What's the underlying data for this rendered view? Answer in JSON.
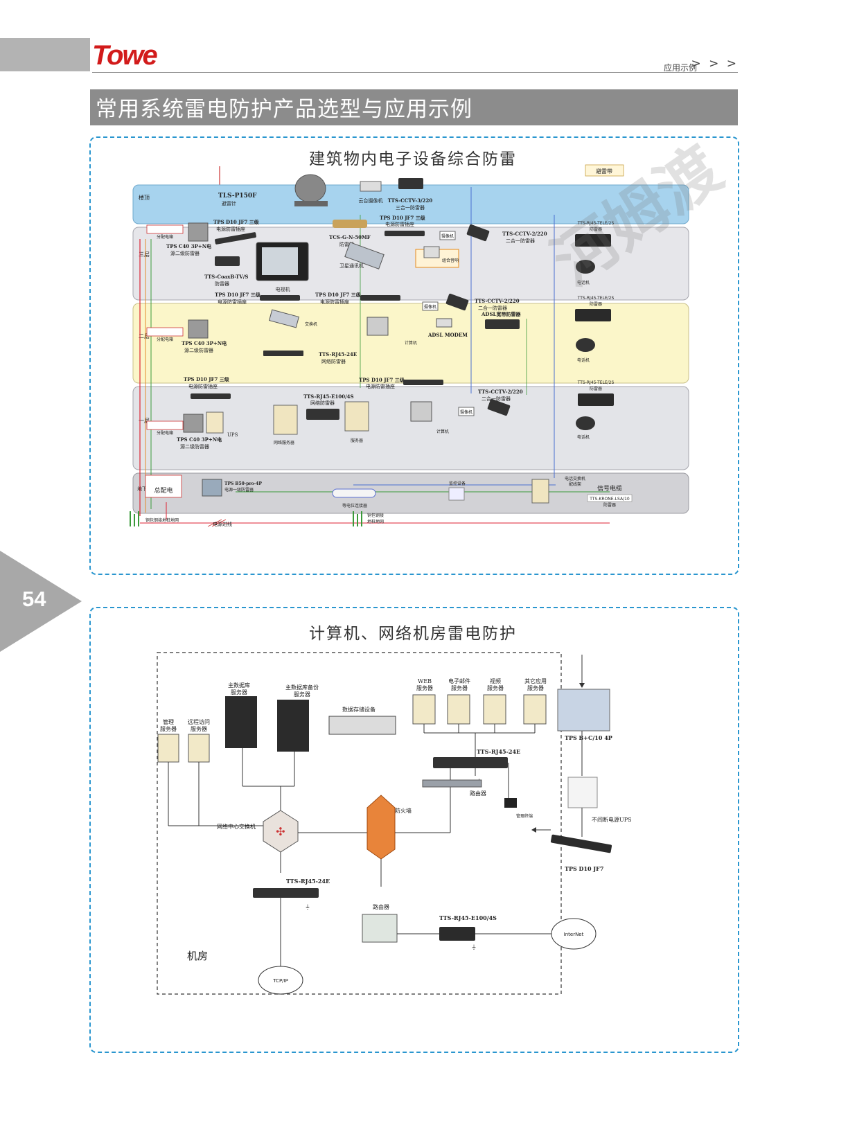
{
  "header": {
    "logo": "Towe",
    "section": "应用示例",
    "arrows": "> > >",
    "page_title": "常用系统雷电防护产品选型与应用示例",
    "page_number": "54"
  },
  "diagram1": {
    "title": "建筑物内电子设备综合防雷",
    "floors": {
      "roof": "楼顶",
      "f3": "三层",
      "f2": "二层",
      "f1": "一层",
      "basement": "地下室"
    },
    "roof": {
      "lightning_rod": "TLS-P150F",
      "lightning_rod_sub": "避雷针",
      "ptz_camera": "云台摄像机",
      "cctv_protector": "TTS-CCTV-3/220",
      "cctv_protector_sub": "三合一防雷器",
      "belt_label": "避雷带"
    },
    "f3": {
      "socket": "TPS D10 JF7 三级",
      "socket_sub": "电源防雷插座",
      "socket2": "TPS D10 JF7 三级",
      "socket2_sub": "电源防雷插座",
      "dist_box": "分配电箱",
      "power_spd": "TPS C40 3P+N电",
      "power_spd_sub": "源二级防雷器",
      "coax_spd": "TTS-CoaxB-TV/S",
      "coax_spd_sub": "防雷器",
      "tv": "电视机",
      "sat_spd": "TCS-G-N-50MF",
      "sat_spd_sub": "防雷器",
      "sat_comm": "卫星通讯机",
      "camera": "摄像机",
      "cctv": "TTS-CCTV-2/220",
      "cctv_sub": "二合一防雷器",
      "audio": "组合音响",
      "tele_spd": "TTS-RJ45-TELE/2S",
      "tele_spd_sub": "防雷器",
      "phone": "电话机"
    },
    "f2": {
      "socket": "TPS D10 JF7 三级",
      "socket_sub": "电源防雷插座",
      "socket2": "TPS D10 JF7 三级",
      "socket2_sub": "电源防雷插座",
      "dist_box": "分配电箱",
      "power_spd": "TPS C40 3P+N电",
      "power_spd_sub": "源二级防雷器",
      "switch": "交换机",
      "net_spd": "TTS-RJ45-24E",
      "net_spd_sub": "网络防雷器",
      "computer": "计算机",
      "adsl": "ADSL MODEM",
      "camera": "摄像机",
      "cctv": "TTS-CCTV-2/220",
      "cctv_sub": "二合一防雷器",
      "adsl_spd": "ADSL宽带防雷器",
      "tele_spd": "TTS-RJ45-TELE/2S",
      "tele_spd_sub": "防雷器",
      "phone": "电话机"
    },
    "f1": {
      "socket": "TPS D10 JF7 三级",
      "socket_sub": "电源防雷插座",
      "socket2": "TPS D10 JF7 三级",
      "socket2_sub": "电源防雷插座",
      "dist_box": "分配电箱",
      "power_spd": "TPS C40 3P+N电",
      "power_spd_sub": "源二级防雷器",
      "ups": "UPS",
      "net_spd": "TTS-RJ45-E100/4S",
      "net_spd_sub": "网络防雷器",
      "net_server": "网络服务器",
      "server": "服务器",
      "computer": "计算机",
      "camera": "摄像机",
      "cctv": "TTS-CCTV-2/220",
      "cctv_sub": "二合一防雷器",
      "tele_spd": "TTS-RJ45-TELE/2S",
      "tele_spd_sub": "防雷器",
      "phone": "电话机"
    },
    "basement": {
      "main_dist": "总配电",
      "power_spd": "TPS B50-pro-4P",
      "power_spd_sub": "电源一级防雷器",
      "equi_bar": "等电位连接器",
      "monitor": "监控设备",
      "pbx": "电话交换机",
      "pbx_sub": "配线架",
      "signal_cable": "信号电缆",
      "krone": "TTS-KRONE-LSA/10",
      "krone_sub": "防雷器"
    },
    "ground": {
      "power_line": "电源进线",
      "earth1": "铜包钢接地桩地网",
      "earth2": "铜包钢接",
      "earth2b": "地桩地网"
    }
  },
  "diagram2": {
    "title": "计算机、网络机房雷电防护",
    "servers": {
      "web": "WEB",
      "web_sub": "服务器",
      "mail": "电子邮件",
      "mail_sub": "服务器",
      "video": "视频",
      "video_sub": "服务器",
      "other": "其它应用",
      "other_sub": "服务器",
      "main_db": "主数据库",
      "main_db_sub": "服务器",
      "backup_db": "主数据库备份",
      "backup_db_sub": "服务器",
      "storage": "数据存储设备",
      "mgmt": "管理",
      "mgmt_sub": "服务器",
      "remote": "远程访问",
      "remote_sub": "服务器"
    },
    "net": {
      "spd_top": "TTS-RJ45-24E",
      "router_top": "路由器",
      "mgmt_terminal": "管理终端",
      "core_switch": "网络中心交换机",
      "firewall": "防火墙",
      "spd_bottom": "TTS-RJ45-24E",
      "router_bottom": "路由器",
      "spd_e100": "TTS-RJ45-E100/4S",
      "internet": "InterNet",
      "tcpip": "TCP/IP",
      "room": "机房"
    },
    "power": {
      "spd": "TPS B+C/10 4P",
      "ups": "不间断电源UPS",
      "socket": "TPS D10 JF7"
    }
  }
}
